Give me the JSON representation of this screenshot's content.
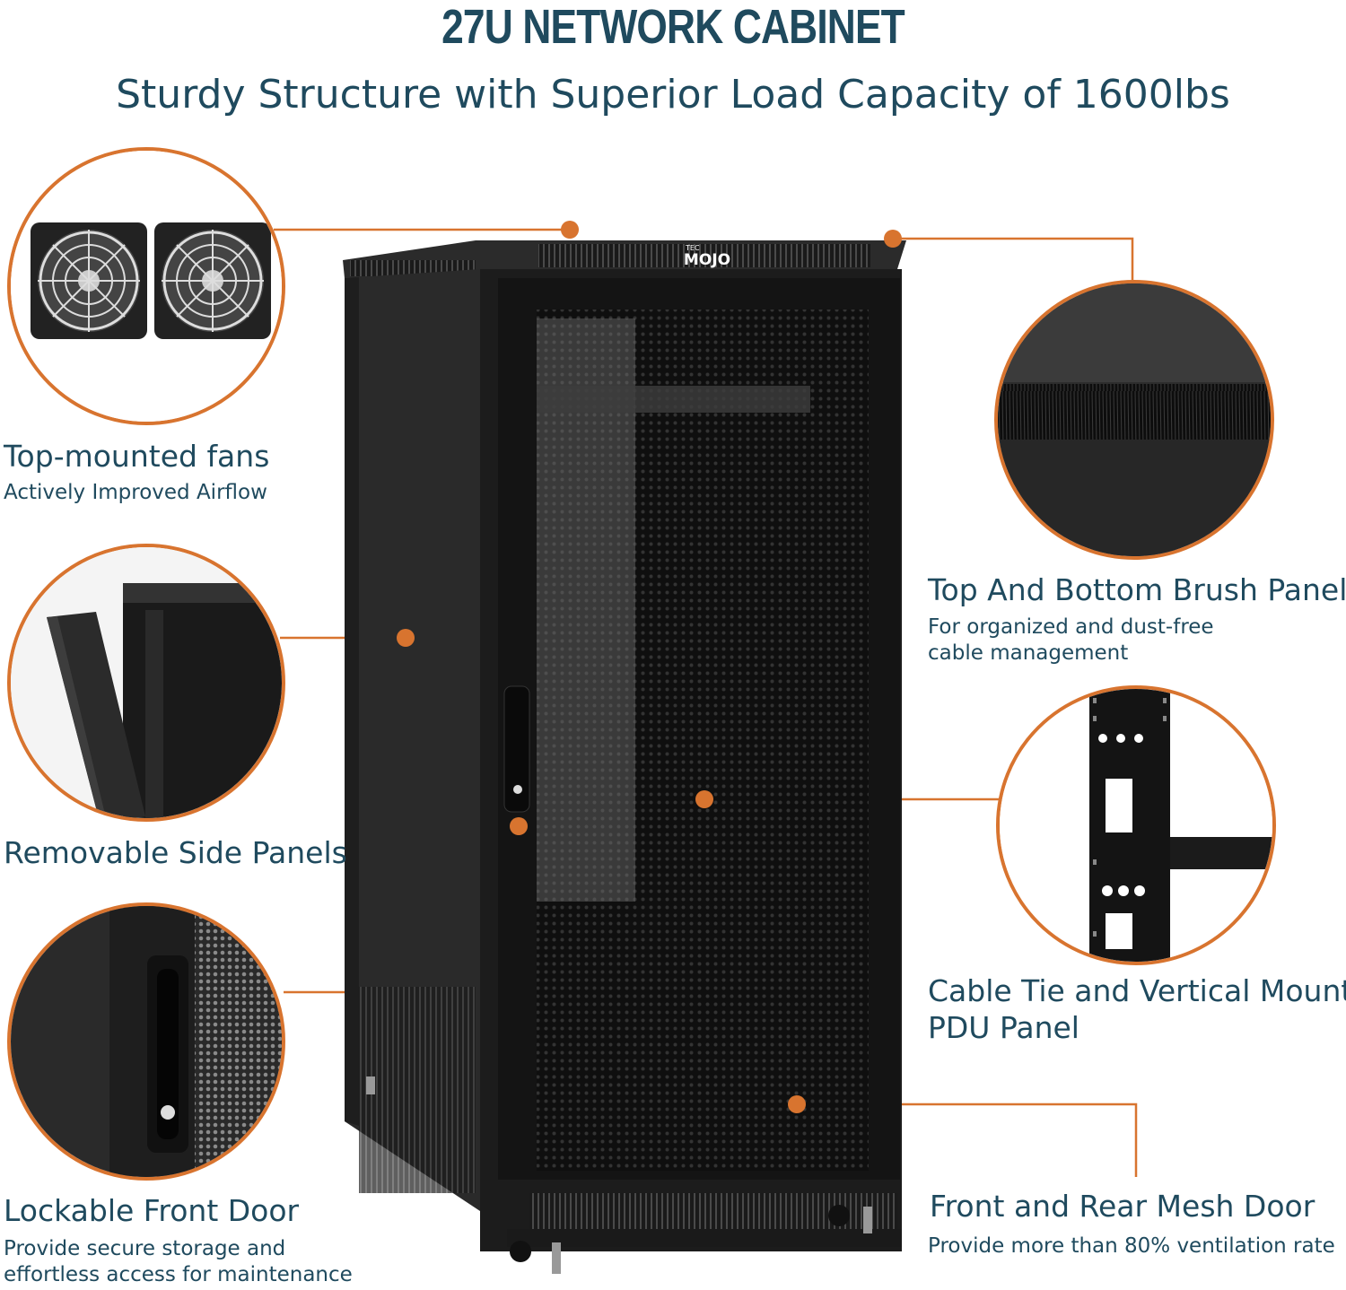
{
  "header": {
    "title": "27U NETWORK CABINET",
    "subtitle": "Sturdy Structure with Superior Load Capacity of 1600lbs"
  },
  "brand": {
    "logo_small": "TEC",
    "logo_main": "MOJO"
  },
  "features": {
    "fans": {
      "title": "Top-mounted fans",
      "sub": "Actively Improved Airflow"
    },
    "side_panels": {
      "title": "Removable Side Panels"
    },
    "front_door": {
      "title": "Lockable Front Door",
      "sub_line1": "Provide secure storage and",
      "sub_line2": "effortless access for maintenance"
    },
    "brush_panel": {
      "title": "Top And Bottom Brush Panel",
      "sub_line1": "For organized and dust-free",
      "sub_line2": "cable management"
    },
    "pdu_panel": {
      "title_line1": "Cable Tie and Vertical Mount",
      "title_line2": "PDU Panel"
    },
    "mesh_door": {
      "title": "Front and Rear Mesh Door",
      "sub": "Provide more than 80% ventilation rate"
    }
  },
  "colors": {
    "accent": "#d8742f",
    "text": "#1f4a5e",
    "cabinet": "#1c1c1c"
  }
}
